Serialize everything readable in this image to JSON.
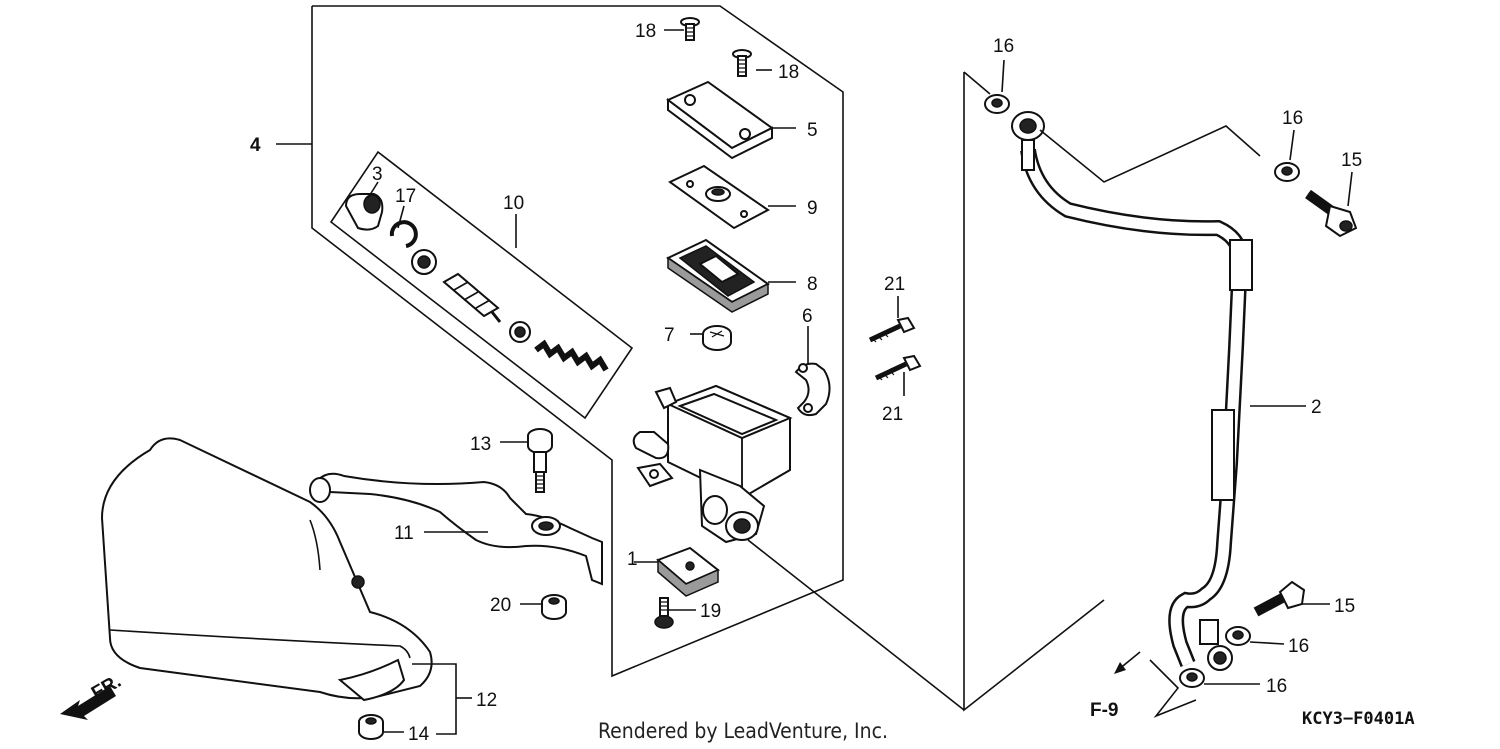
{
  "callouts": {
    "c1": "1",
    "c2": "2",
    "c3": "3",
    "c4": "4",
    "c5": "5",
    "c6": "6",
    "c7": "7",
    "c8": "8",
    "c9": "9",
    "c10": "10",
    "c11": "11",
    "c12": "12",
    "c13": "13",
    "c14": "14",
    "c15a": "15",
    "c15b": "15",
    "c16a": "16",
    "c16b": "16",
    "c16c": "16",
    "c16d": "16",
    "c17": "17",
    "c18a": "18",
    "c18b": "18",
    "c19": "19",
    "c20": "20",
    "c21a": "21",
    "c21b": "21"
  },
  "reference": "F-9",
  "direction": "FR.",
  "diagram_code": "KCY3−F0401A",
  "credit": "Rendered by LeadVenture, Inc."
}
